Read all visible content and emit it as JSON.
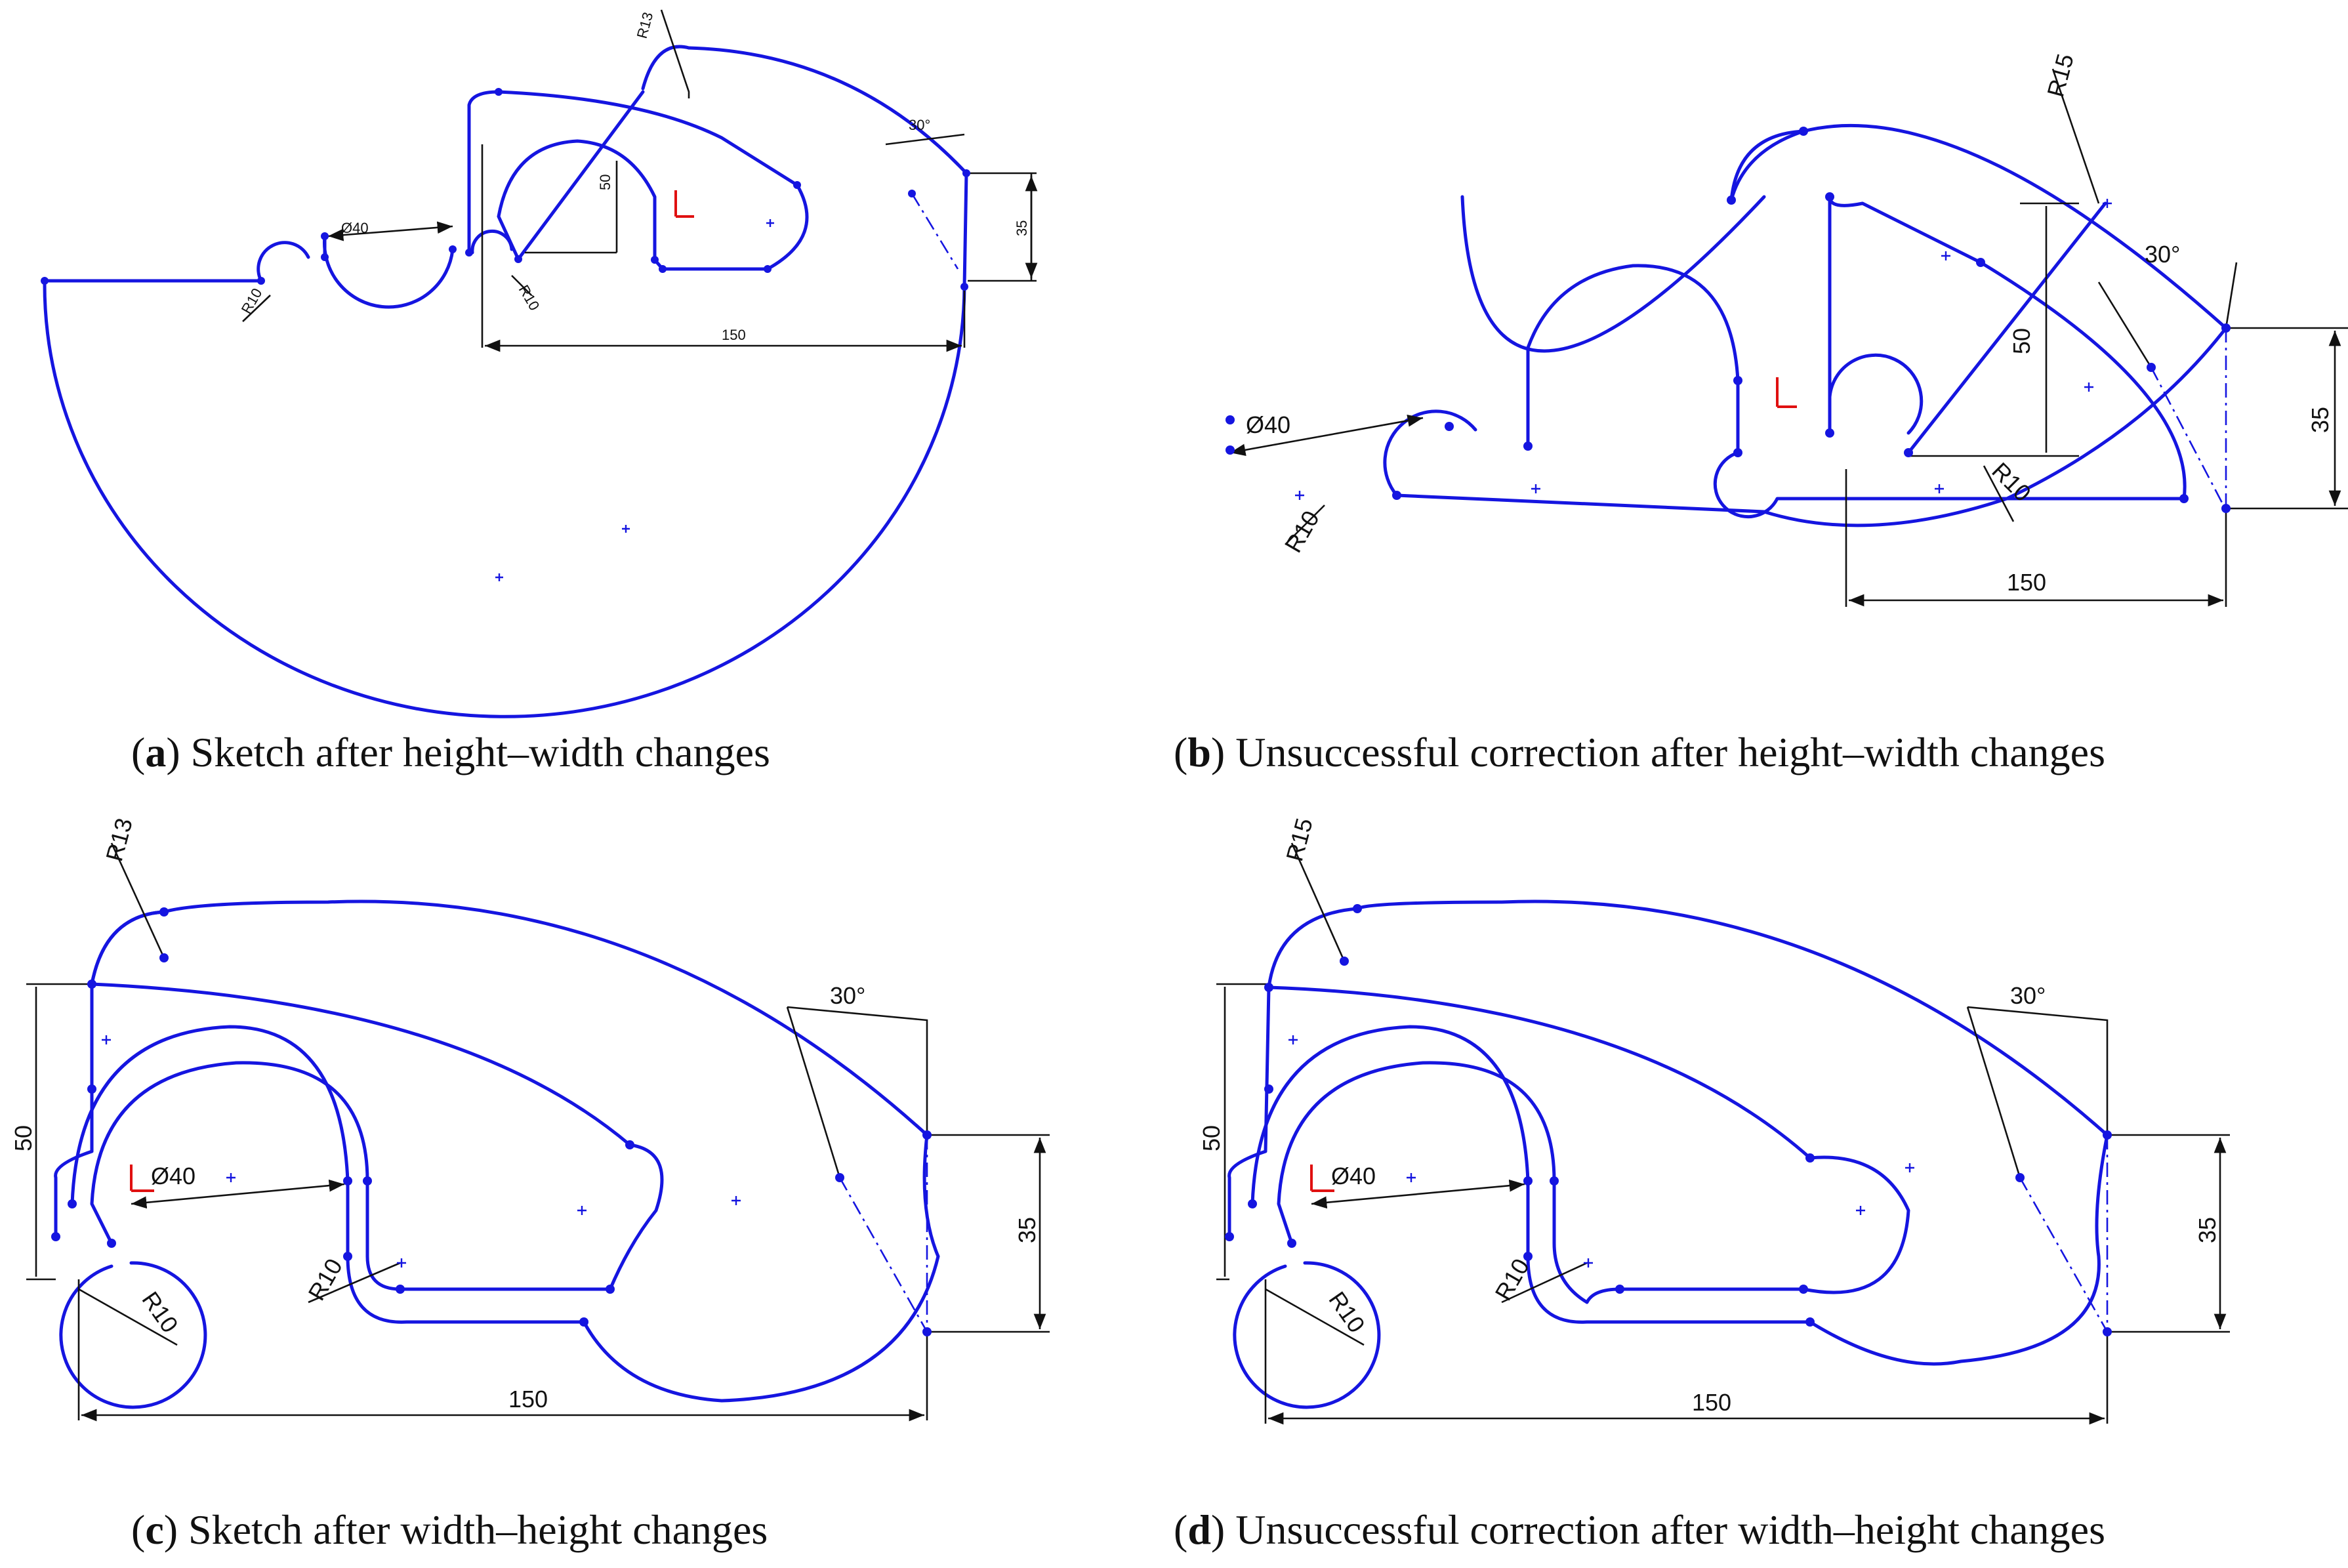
{
  "panels": [
    {
      "id": "a",
      "caption_letter": "a",
      "caption_text": "Sketch after height–width changes",
      "dims": {
        "radius_top": "R13",
        "radius_left": "R10",
        "radius_mid": "R10",
        "diameter": "Ø40",
        "height": "50",
        "right": "35",
        "width": "150",
        "angle": "30°"
      }
    },
    {
      "id": "b",
      "caption_letter": "b",
      "caption_text": "Unsuccessful correction after height–width changes",
      "dims": {
        "radius_top": "R15",
        "radius_left": "R10",
        "radius_mid": "R10",
        "diameter": "Ø40",
        "height": "50",
        "right": "35",
        "width": "150",
        "angle": "30°"
      }
    },
    {
      "id": "c",
      "caption_letter": "c",
      "caption_text": "Sketch after width–height changes",
      "dims": {
        "radius_top": "R13",
        "radius_left": "R10",
        "radius_mid": "R10",
        "diameter": "Ø40",
        "height": "50",
        "right": "35",
        "width": "150",
        "angle": "30°"
      }
    },
    {
      "id": "d",
      "caption_letter": "d",
      "caption_text": "Unsuccessful correction after width–height changes",
      "dims": {
        "radius_top": "R15",
        "radius_left": "R10",
        "radius_mid": "R10",
        "diameter": "Ø40",
        "height": "50",
        "right": "35",
        "width": "150",
        "angle": "30°"
      }
    }
  ],
  "colors": {
    "sketch": "#1515e0",
    "dimension": "#111111",
    "origin_marker": "#e01010"
  }
}
